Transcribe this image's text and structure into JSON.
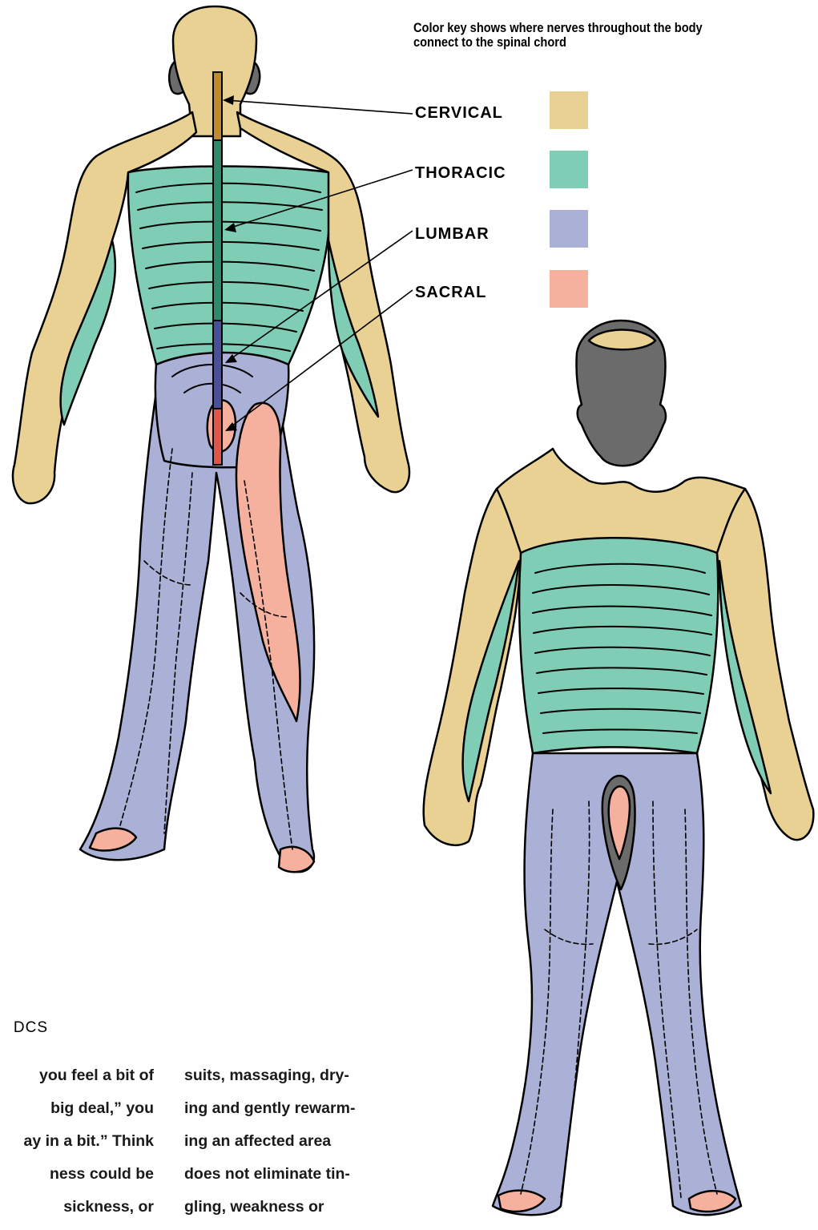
{
  "caption": "Color key shows where nerves throughout the body connect to the spinal chord",
  "key": [
    {
      "label": "CERVICAL",
      "color": "#e8d192"
    },
    {
      "label": "THORACIC",
      "color": "#7fcdb4"
    },
    {
      "label": "LUMBAR",
      "color": "#abb0d6"
    },
    {
      "label": "SACRAL",
      "color": "#f5b19d"
    }
  ],
  "colors": {
    "head_gray": "#6b6b6b",
    "spine_cervical": "#c08a2e",
    "spine_thoracic": "#2e8a6a",
    "spine_lumbar": "#4a4f9c",
    "spine_sacral": "#e0574a"
  },
  "article": {
    "heading": "DCS",
    "left_column_lines": [
      "you feel a bit of",
      "big deal,” you",
      "ay in a bit.” Think",
      "ness could be",
      "sickness, or"
    ],
    "right_column_lines": [
      "suits, massaging, dry-",
      "ing and gently rewarm-",
      "ing an affected area",
      "does not eliminate tin-",
      "gling, weakness or"
    ]
  }
}
